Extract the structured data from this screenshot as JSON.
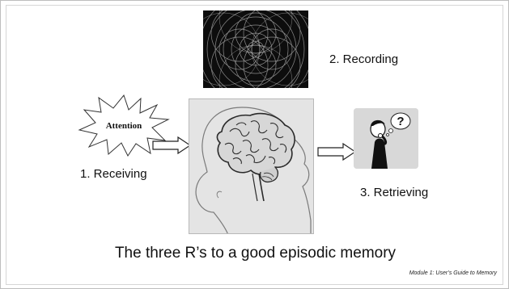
{
  "slide": {
    "attention_label": "Attention",
    "steps": {
      "receiving": "1. Receiving",
      "recording": "2. Recording",
      "retrieving": "3. Retrieving"
    },
    "caption": "The three R’s to a good episodic memory",
    "footer": "Module 1:  User’s Guide to Memory"
  },
  "icons": {
    "burst": "starburst-shape",
    "recording": "pattern-image",
    "brain": "brain-head-image",
    "thinking": "thinking-person-image",
    "arrow": "outline-arrow"
  }
}
